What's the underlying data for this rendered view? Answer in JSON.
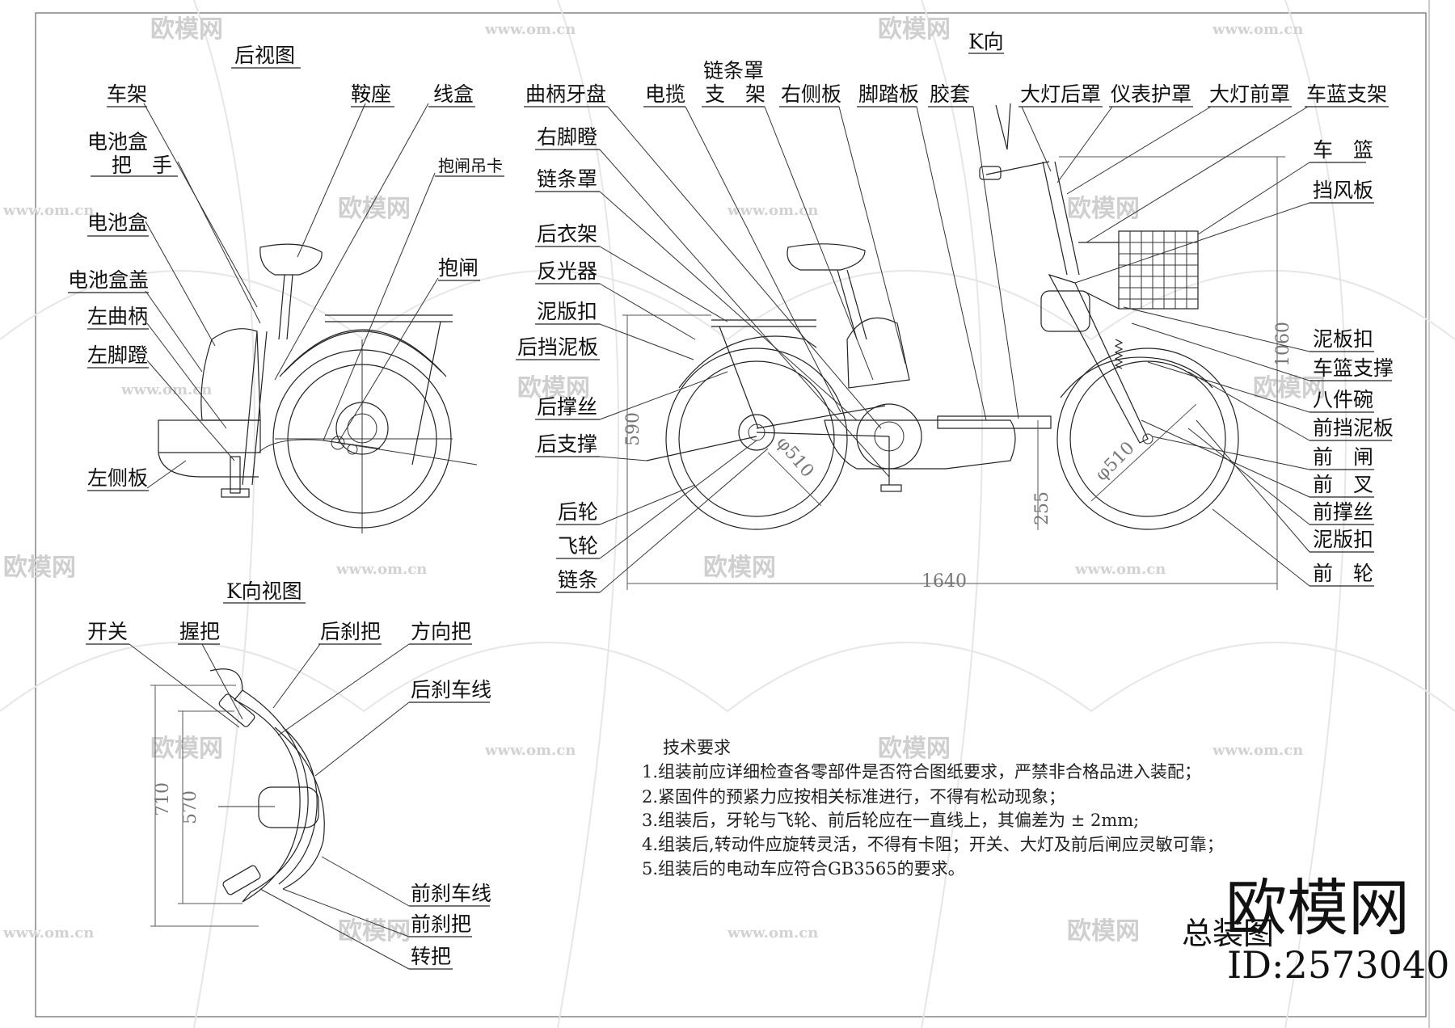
{
  "rear_view": {
    "title": "后视图",
    "labels": [
      "车架",
      "电池盒",
      "把　手",
      "电池盒",
      "电池盒盖",
      "左曲柄",
      "左脚蹬",
      "左侧板",
      "鞍座",
      "线盒",
      "抱闸吊卡",
      "抱闸"
    ]
  },
  "side_view": {
    "k_direction": "K向",
    "labels_top": [
      "曲柄牙盘",
      "电揽",
      "链条罩",
      "支　架",
      "右侧板",
      "脚踏板",
      "胶套",
      "大灯后罩",
      "仪表护罩",
      "大灯前罩",
      "车蓝支架"
    ],
    "labels_left": [
      "右脚瞪",
      "链条罩",
      "后衣架",
      "反光器",
      "泥版扣",
      "后挡泥板",
      "后撑丝",
      "后支撑",
      "后轮",
      "飞轮",
      "链条"
    ],
    "labels_right": [
      "车　篮",
      "挡风板",
      "泥板扣",
      "车篮支撑",
      "八件碗",
      "前挡泥板",
      "前　闸",
      "前　叉",
      "前撑丝",
      "泥版扣",
      "前　轮"
    ],
    "dimensions": {
      "height": "1060",
      "rear_axle_height": "590",
      "ground_clearance": "255",
      "length": "1640",
      "wheel_rear": "φ510",
      "wheel_front": "φ510"
    }
  },
  "k_view": {
    "title": "K向视图",
    "labels": [
      "开关",
      "握把",
      "后刹把",
      "方向把",
      "后刹车线",
      "前刹车线",
      "前刹把",
      "转把"
    ],
    "dimensions": {
      "outer": "710",
      "inner": "570"
    }
  },
  "tech_requirements": {
    "title": "技术要求",
    "items": [
      "1.组装前应详细检查各零部件是否符合图纸要求，严禁非合格品进入装配；",
      "2.紧固件的预紧力应按相关标准进行，不得有松动现象；",
      "3.组装后，牙轮与飞轮、前后轮应在一直线上，其偏差为 ± 2mm;",
      "4.组装后,转动件应旋转灵活，不得有卡阻；开关、大灯及前后闸应灵敏可靠；",
      "5.组装后的电动车应符合GB3565的要求。"
    ]
  },
  "drawing_title": "总装图",
  "watermark": {
    "brand": "欧模网",
    "url": "www.om.cn",
    "id": "ID:2573040"
  }
}
